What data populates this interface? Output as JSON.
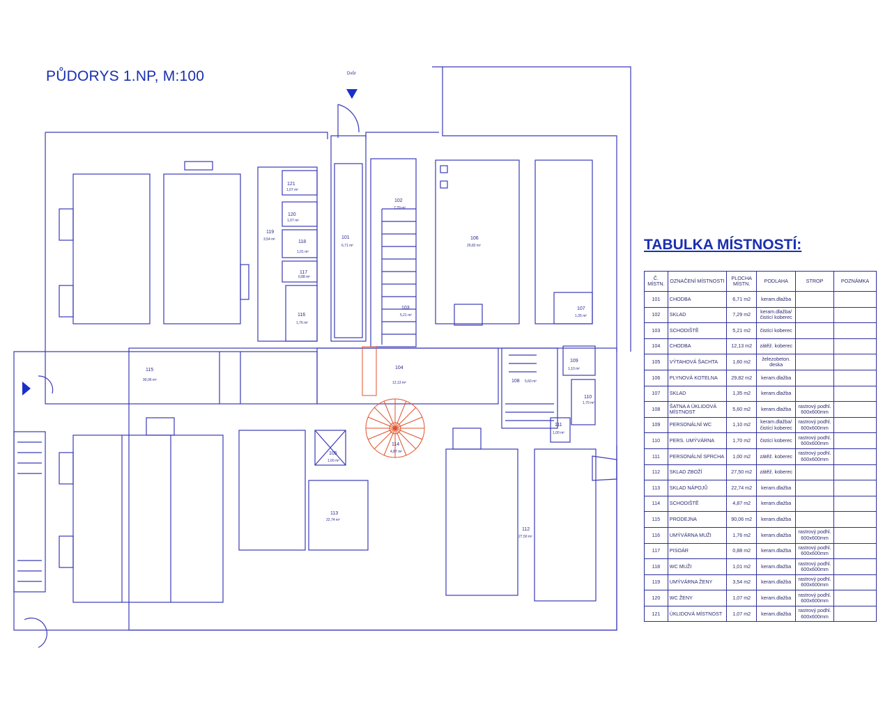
{
  "drawing": {
    "title": "PŮDORYS 1.NP, M:100",
    "entrance_label": "Dvůr",
    "table_title": "TABULKA MÍSTNOSTÍ:"
  },
  "plan_labels": [
    {
      "num": "101",
      "area": "6,71 m²"
    },
    {
      "num": "102",
      "area": "7,29 m²"
    },
    {
      "num": "103",
      "area": "5,21 m²"
    },
    {
      "num": "104",
      "area": "12,13 m²"
    },
    {
      "num": "105",
      "area": "1,60 m²"
    },
    {
      "num": "106",
      "area": "29,82 m²"
    },
    {
      "num": "107",
      "area": "1,35 m²"
    },
    {
      "num": "108",
      "area": "5,60 m²"
    },
    {
      "num": "109",
      "area": "1,10 m²"
    },
    {
      "num": "110",
      "area": "1,70 m²"
    },
    {
      "num": "111",
      "area": "1,00 m²"
    },
    {
      "num": "112",
      "area": "27,50 m²"
    },
    {
      "num": "113",
      "area": "22,74 m²"
    },
    {
      "num": "114",
      "area": "4,87 m²"
    },
    {
      "num": "115",
      "area": "90,06 m²"
    },
    {
      "num": "116",
      "area": "1,76 m²"
    },
    {
      "num": "117",
      "area": "0,88 m²"
    },
    {
      "num": "118",
      "area": "1,01 m²"
    },
    {
      "num": "119",
      "area": "3,54 m²"
    },
    {
      "num": "120",
      "area": "1,07 m²"
    },
    {
      "num": "121",
      "area": "1,07 m²"
    }
  ],
  "table": {
    "headers": [
      "Č. MÍSTN.",
      "OZNAČENÍ MÍSTNOSTI",
      "PLOCHA MÍSTN.",
      "PODLAHA",
      "STROP",
      "POZNÁMKA"
    ],
    "rows": [
      {
        "no": "101",
        "name": "CHODBA",
        "area": "6,71 m2",
        "floor": "keram.dlažba",
        "ceiling": "",
        "note": ""
      },
      {
        "no": "102",
        "name": "SKLAD",
        "area": "7,29 m2",
        "floor": "keram.dlažba/ čistící koberec",
        "ceiling": "",
        "note": ""
      },
      {
        "no": "103",
        "name": "SCHODIŠTĚ",
        "area": "5,21 m2",
        "floor": "čistící koberec",
        "ceiling": "",
        "note": ""
      },
      {
        "no": "104",
        "name": "CHODBA",
        "area": "12,13 m2",
        "floor": "zátěž. koberec",
        "ceiling": "",
        "note": ""
      },
      {
        "no": "105",
        "name": "VÝTAHOVÁ ŠACHTA",
        "area": "1,60 m2",
        "floor": "železobeton. deska",
        "ceiling": "",
        "note": ""
      },
      {
        "no": "106",
        "name": "PLYNOVÁ KOTELNA",
        "area": "29,82 m2",
        "floor": "keram.dlažba",
        "ceiling": "",
        "note": ""
      },
      {
        "no": "107",
        "name": "SKLAD",
        "area": "1,35 m2",
        "floor": "keram.dlažba",
        "ceiling": "",
        "note": ""
      },
      {
        "no": "108",
        "name": "ŠATNA A ÚKLIDOVÁ MÍSTNOST",
        "area": "5,60 m2",
        "floor": "keram.dlažba",
        "ceiling": "rastrový podhl. 600x600mm",
        "note": ""
      },
      {
        "no": "109",
        "name": "PERSONÁLNÍ WC",
        "area": "1,10 m2",
        "floor": "keram.dlažba/ čistící koberec",
        "ceiling": "rastrový podhl. 600x600mm",
        "note": ""
      },
      {
        "no": "110",
        "name": "PERS. UMÝVÁRNA",
        "area": "1,70 m2",
        "floor": "čistící koberec",
        "ceiling": "rastrový podhl. 600x600mm",
        "note": ""
      },
      {
        "no": "111",
        "name": "PERSONÁLNÍ SPRCHA",
        "area": "1,00 m2",
        "floor": "zátěž. koberec",
        "ceiling": "rastrový podhl. 600x600mm",
        "note": ""
      },
      {
        "no": "112",
        "name": "SKLAD ZBOŽÍ",
        "area": "27,50 m2",
        "floor": "zátěž. koberec",
        "ceiling": "",
        "note": ""
      },
      {
        "no": "113",
        "name": "SKLAD NÁPOJŮ",
        "area": "22,74 m2",
        "floor": "keram.dlažba",
        "ceiling": "",
        "note": ""
      },
      {
        "no": "114",
        "name": "SCHODIŠTĚ",
        "area": "4,87 m2",
        "floor": "keram.dlažba",
        "ceiling": "",
        "note": ""
      },
      {
        "no": "115",
        "name": "PRODEJNA",
        "area": "90,06 m2",
        "floor": "keram.dlažba",
        "ceiling": "",
        "note": ""
      },
      {
        "no": "116",
        "name": "UMÝVÁRNA MUŽI",
        "area": "1,76 m2",
        "floor": "keram.dlažba",
        "ceiling": "rastrový podhl. 600x600mm",
        "note": ""
      },
      {
        "no": "117",
        "name": "PISOÁR",
        "area": "0,88 m2",
        "floor": "keram.dlažba",
        "ceiling": "rastrový podhl. 600x600mm",
        "note": ""
      },
      {
        "no": "118",
        "name": "WC MUŽI",
        "area": "1,01 m2",
        "floor": "keram.dlažba",
        "ceiling": "rastrový podhl. 600x600mm",
        "note": ""
      },
      {
        "no": "119",
        "name": "UMÝVÁRNA ŽENY",
        "area": "3,54 m2",
        "floor": "keram.dlažba",
        "ceiling": "rastrový podhl. 600x600mm",
        "note": ""
      },
      {
        "no": "120",
        "name": "WC ŽENY",
        "area": "1,07 m2",
        "floor": "keram.dlažba",
        "ceiling": "rastrový podhl. 600x600mm",
        "note": ""
      },
      {
        "no": "121",
        "name": "ÚKLIDOVÁ MÍSTNOST",
        "area": "1,07 m2",
        "floor": "keram.dlažba",
        "ceiling": "rastrový podhl. 600x600mm",
        "note": ""
      }
    ]
  },
  "colors": {
    "line": "#3a3ab8",
    "text": "#1a2fb0",
    "stair_accent": "#e0502a"
  }
}
